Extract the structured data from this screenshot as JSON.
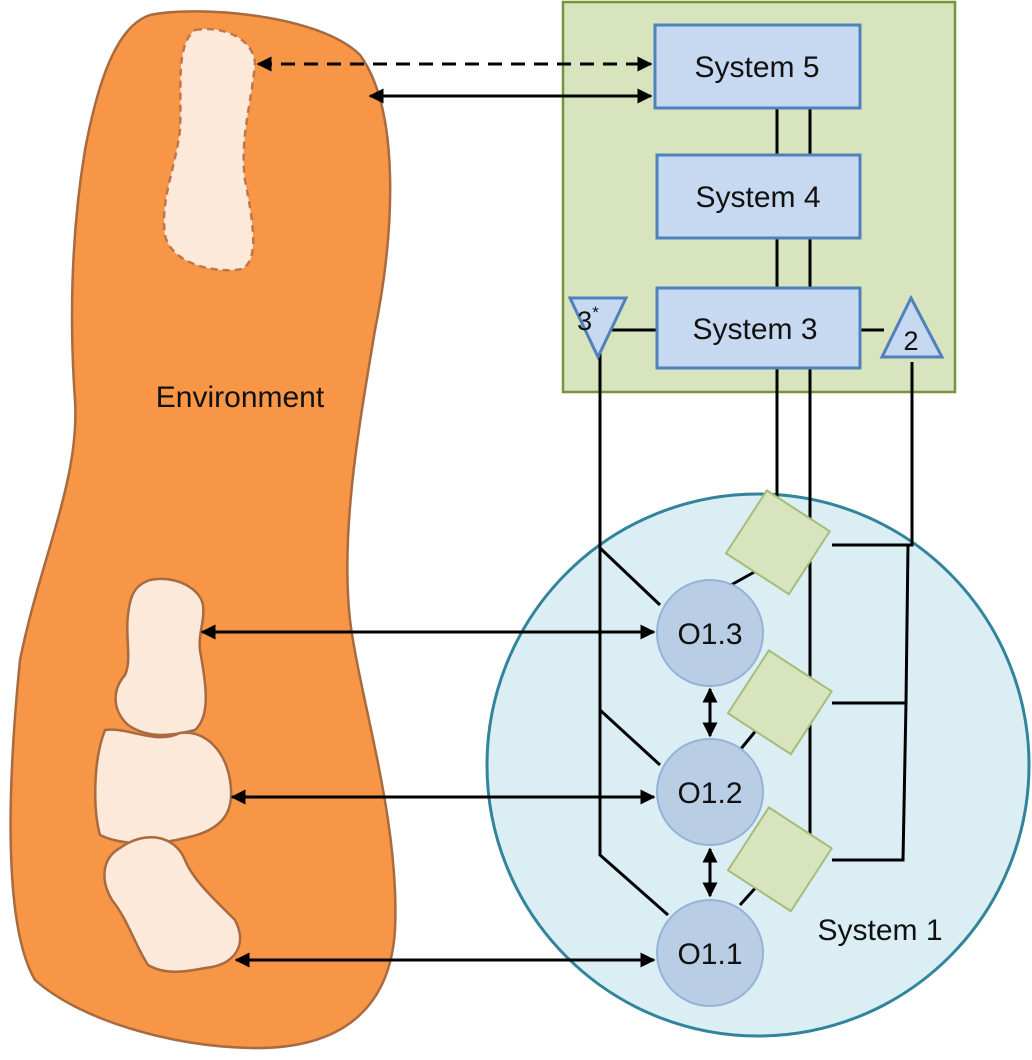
{
  "environment": {
    "label": "Environment"
  },
  "systems": {
    "s5": "System 5",
    "s4": "System 4",
    "s3": "System 3",
    "s3star_num": "3",
    "s3star_sup": "*",
    "s2": "2",
    "s1": "System 1"
  },
  "operations": {
    "o13": "O1.3",
    "o12": "O1.2",
    "o11": "O1.1"
  },
  "colors": {
    "environment_fill": "#F79646",
    "environment_stroke": "#A86A3E",
    "sub_environment_fill": "#FDE9D9",
    "metasystem_fill": "#D7E4BD",
    "metasystem_stroke": "#77933C",
    "system_box_fill": "#C6D9F1",
    "system_box_stroke": "#4F81BD",
    "system1_fill": "#DBEEF4",
    "system1_stroke": "#31849B",
    "operation_fill": "#B9CDE5",
    "operation_stroke": "#95B3D7",
    "management_fill": "#D7E4BD",
    "management_stroke": "#A6BD7A"
  }
}
